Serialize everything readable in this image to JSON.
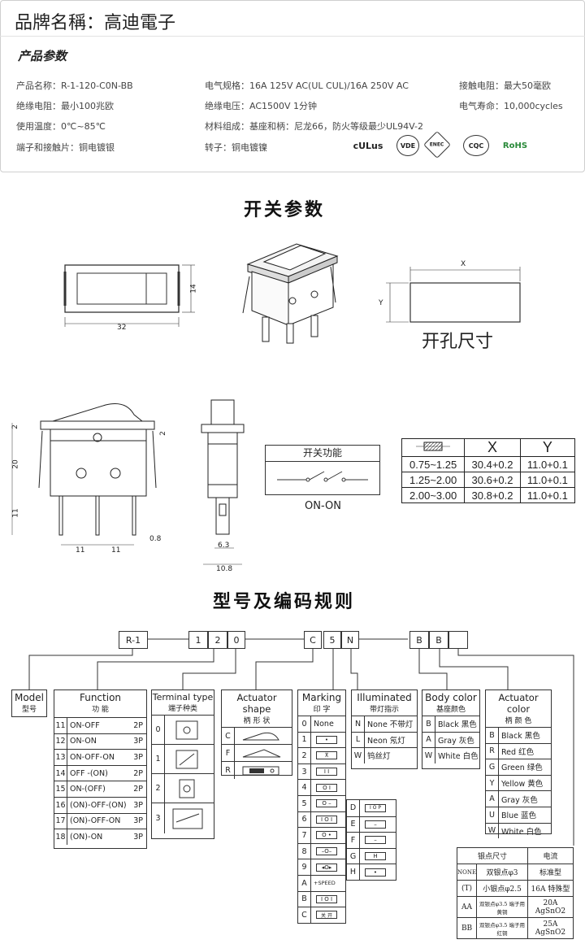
{
  "header": {
    "brand": "品牌名稱：高迪電子",
    "section": "产品参数",
    "params": [
      "产品名称：R-1-120-C0N-BB",
      "电气规格：16A  125V  AC(UL CUL)/16A 250V  AC",
      "接触电阻：最大50毫欧",
      "绝缘电阻：最小100兆欧",
      "绝缘电压：AC1500V 1分钟",
      "电气寿命：10,000cycles",
      "使用温度：0℃~85℃",
      "材料组成：基座和柄：尼龙66，防火等级最少UL94V-2",
      "端子和接触片：铜电镀银",
      "转子：铜电镀镍"
    ],
    "certs": [
      "cULus",
      "VDE",
      "ENEC",
      "CQC",
      "RoHS"
    ]
  },
  "switch_params": {
    "title": "开关参数",
    "dim_32": "32",
    "dim_14": "14",
    "dim_x": "X",
    "dim_y": "Y",
    "cutout_label": "开孔尺寸",
    "dim_2a": "2",
    "dim_20": "20",
    "dim_11": "11",
    "dim_2b": "2",
    "dim_11a": "11",
    "dim_11b": "11",
    "dim_08": "0.8",
    "dim_63": "6.3",
    "dim_108": "10.8",
    "function_label": "开关功能",
    "function_value": "ON-ON",
    "panel_table": {
      "headers": [
        "X",
        "Y"
      ],
      "rows": [
        [
          "0.75~1.25",
          "30.4+0.2",
          "11.0+0.1"
        ],
        [
          "1.25~2.00",
          "30.6+0.2",
          "11.0+0.1"
        ],
        [
          "2.00~3.00",
          "30.8+0.2",
          "11.0+0.1"
        ]
      ]
    }
  },
  "coding": {
    "title": "型号及编码规则",
    "code_boxes": [
      "R-1",
      "1",
      "2",
      "0",
      "C",
      "5",
      "N",
      "B",
      "B",
      ""
    ],
    "model": {
      "h1": "Model",
      "h2": "型号"
    },
    "function": {
      "h1": "Function",
      "h2": "功  能",
      "rows": [
        [
          "11",
          "ON-OFF",
          "2P"
        ],
        [
          "12",
          "ON-ON",
          "3P"
        ],
        [
          "13",
          "ON-OFF-ON",
          "3P"
        ],
        [
          "14",
          "OFF -(ON)",
          "2P"
        ],
        [
          "15",
          "ON-(OFF)",
          "2P"
        ],
        [
          "16",
          "(ON)-OFF-(ON)",
          "3P"
        ],
        [
          "17",
          "(ON)-OFF-ON",
          "3P"
        ],
        [
          "18",
          "(ON)-ON",
          "3P"
        ]
      ]
    },
    "terminal": {
      "h1": "Terminal type",
      "h2": "端子种类",
      "rows": [
        "0",
        "1",
        "2",
        "3"
      ]
    },
    "actuator_shape": {
      "h1": "Actuator shape",
      "h2": "柄 形 状",
      "rows": [
        "C",
        "F",
        "R"
      ]
    },
    "marking": {
      "h1": "Marking",
      "h2": "印   字",
      "rows": [
        [
          "0",
          "None"
        ],
        [
          "1",
          ""
        ],
        [
          "2",
          ""
        ],
        [
          "3",
          ""
        ],
        [
          "4",
          ""
        ],
        [
          "5",
          ""
        ],
        [
          "6",
          ""
        ],
        [
          "7",
          ""
        ],
        [
          "8",
          ""
        ],
        [
          "9",
          ""
        ],
        [
          "A",
          "+SPEED"
        ],
        [
          "B",
          ""
        ],
        [
          "C",
          "关 开"
        ]
      ],
      "extra": [
        [
          "D",
          "I O P"
        ],
        [
          "E",
          ""
        ],
        [
          "F",
          ""
        ],
        [
          "G",
          ""
        ],
        [
          "H",
          ""
        ]
      ]
    },
    "illuminated": {
      "h1": "Illuminated",
      "h2": "带灯指示",
      "rows": [
        [
          "N",
          "None 不带灯"
        ],
        [
          "L",
          "Neon 氖灯"
        ],
        [
          "W",
          "钨丝灯"
        ]
      ]
    },
    "body_color": {
      "h1": "Body color",
      "h2": "基座颜色",
      "rows": [
        [
          "B",
          "Black 黑色"
        ],
        [
          "A",
          "Gray 灰色"
        ],
        [
          "W",
          "White 白色"
        ]
      ]
    },
    "actuator_color": {
      "h1": "Actuator color",
      "h2": "柄 颜 色",
      "rows": [
        [
          "B",
          "Black 黑色"
        ],
        [
          "R",
          "Red  红色"
        ],
        [
          "G",
          "Green 绿色"
        ],
        [
          "Y",
          "Yellow 黄色"
        ],
        [
          "A",
          "Gray 灰色"
        ],
        [
          "U",
          "Blue  蓝色"
        ],
        [
          "W",
          "White 白色"
        ]
      ]
    },
    "silver": {
      "headers": [
        "银点尺寸",
        "电流"
      ],
      "rows": [
        [
          "NONE",
          "双银点φ3",
          "标准型"
        ],
        [
          "(T)",
          "小银点φ2.5",
          "16A 特殊型"
        ],
        [
          "AA",
          "双银点φ3.5 端子用黄铜",
          "20A AgSnO2"
        ],
        [
          "BB",
          "双银点φ3.5 端子用红铜",
          "25A AgSnO2"
        ]
      ]
    }
  }
}
